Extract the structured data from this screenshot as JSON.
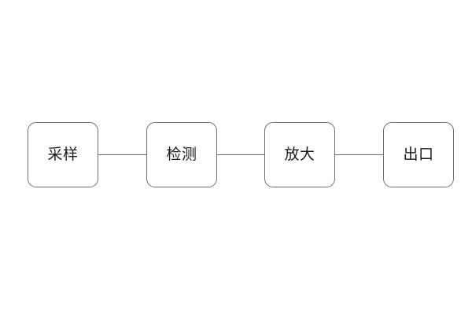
{
  "diagram": {
    "type": "flowchart",
    "orientation": "horizontal",
    "background_color": "#ffffff",
    "node_border_color": "#6f6f6f",
    "node_fill_color": "#ffffff",
    "text_color": "#1a1a1a",
    "connector_color": "#6f6f6f",
    "connector_style": "plain-line-no-arrowhead",
    "nodes": [
      {
        "id": "node-sampling",
        "label": "采样"
      },
      {
        "id": "node-detection",
        "label": "检测"
      },
      {
        "id": "node-amplify",
        "label": "放大"
      },
      {
        "id": "node-outlet",
        "label": "出口"
      }
    ],
    "connectors": [
      {
        "id": "connector-1",
        "from": "采样",
        "to": "检测"
      },
      {
        "id": "connector-2",
        "from": "检测",
        "to": "放大"
      },
      {
        "id": "connector-3",
        "from": "放大",
        "to": "出口"
      }
    ]
  }
}
